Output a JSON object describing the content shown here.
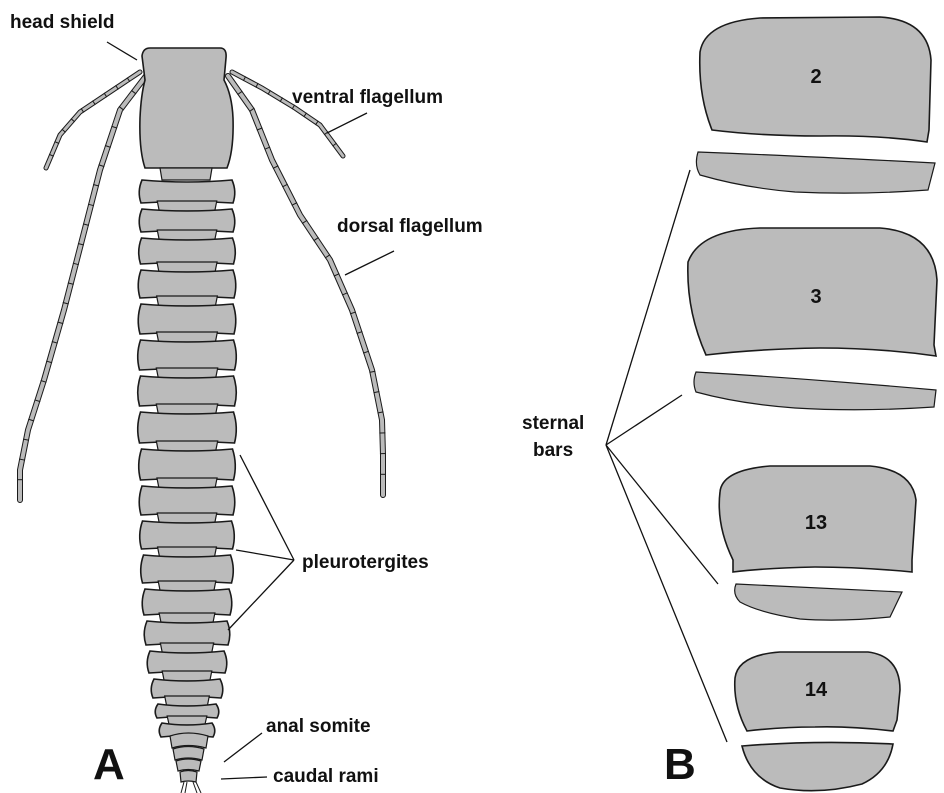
{
  "labels": {
    "head_shield": "head shield",
    "ventral_flagellum": "ventral flagellum",
    "dorsal_flagellum": "dorsal flagellum",
    "sternal": "sternal",
    "bars": "bars",
    "pleurotergites": "pleurotergites",
    "anal_somite": "anal somite",
    "caudal_rami": "caudal rami"
  },
  "panels": {
    "a": "A",
    "b": "B"
  },
  "segment_numbers": [
    "2",
    "3",
    "13",
    "14"
  ],
  "colors": {
    "fill": "#bbbbbb",
    "outline": "#1a1a1a",
    "background": "#ffffff"
  }
}
